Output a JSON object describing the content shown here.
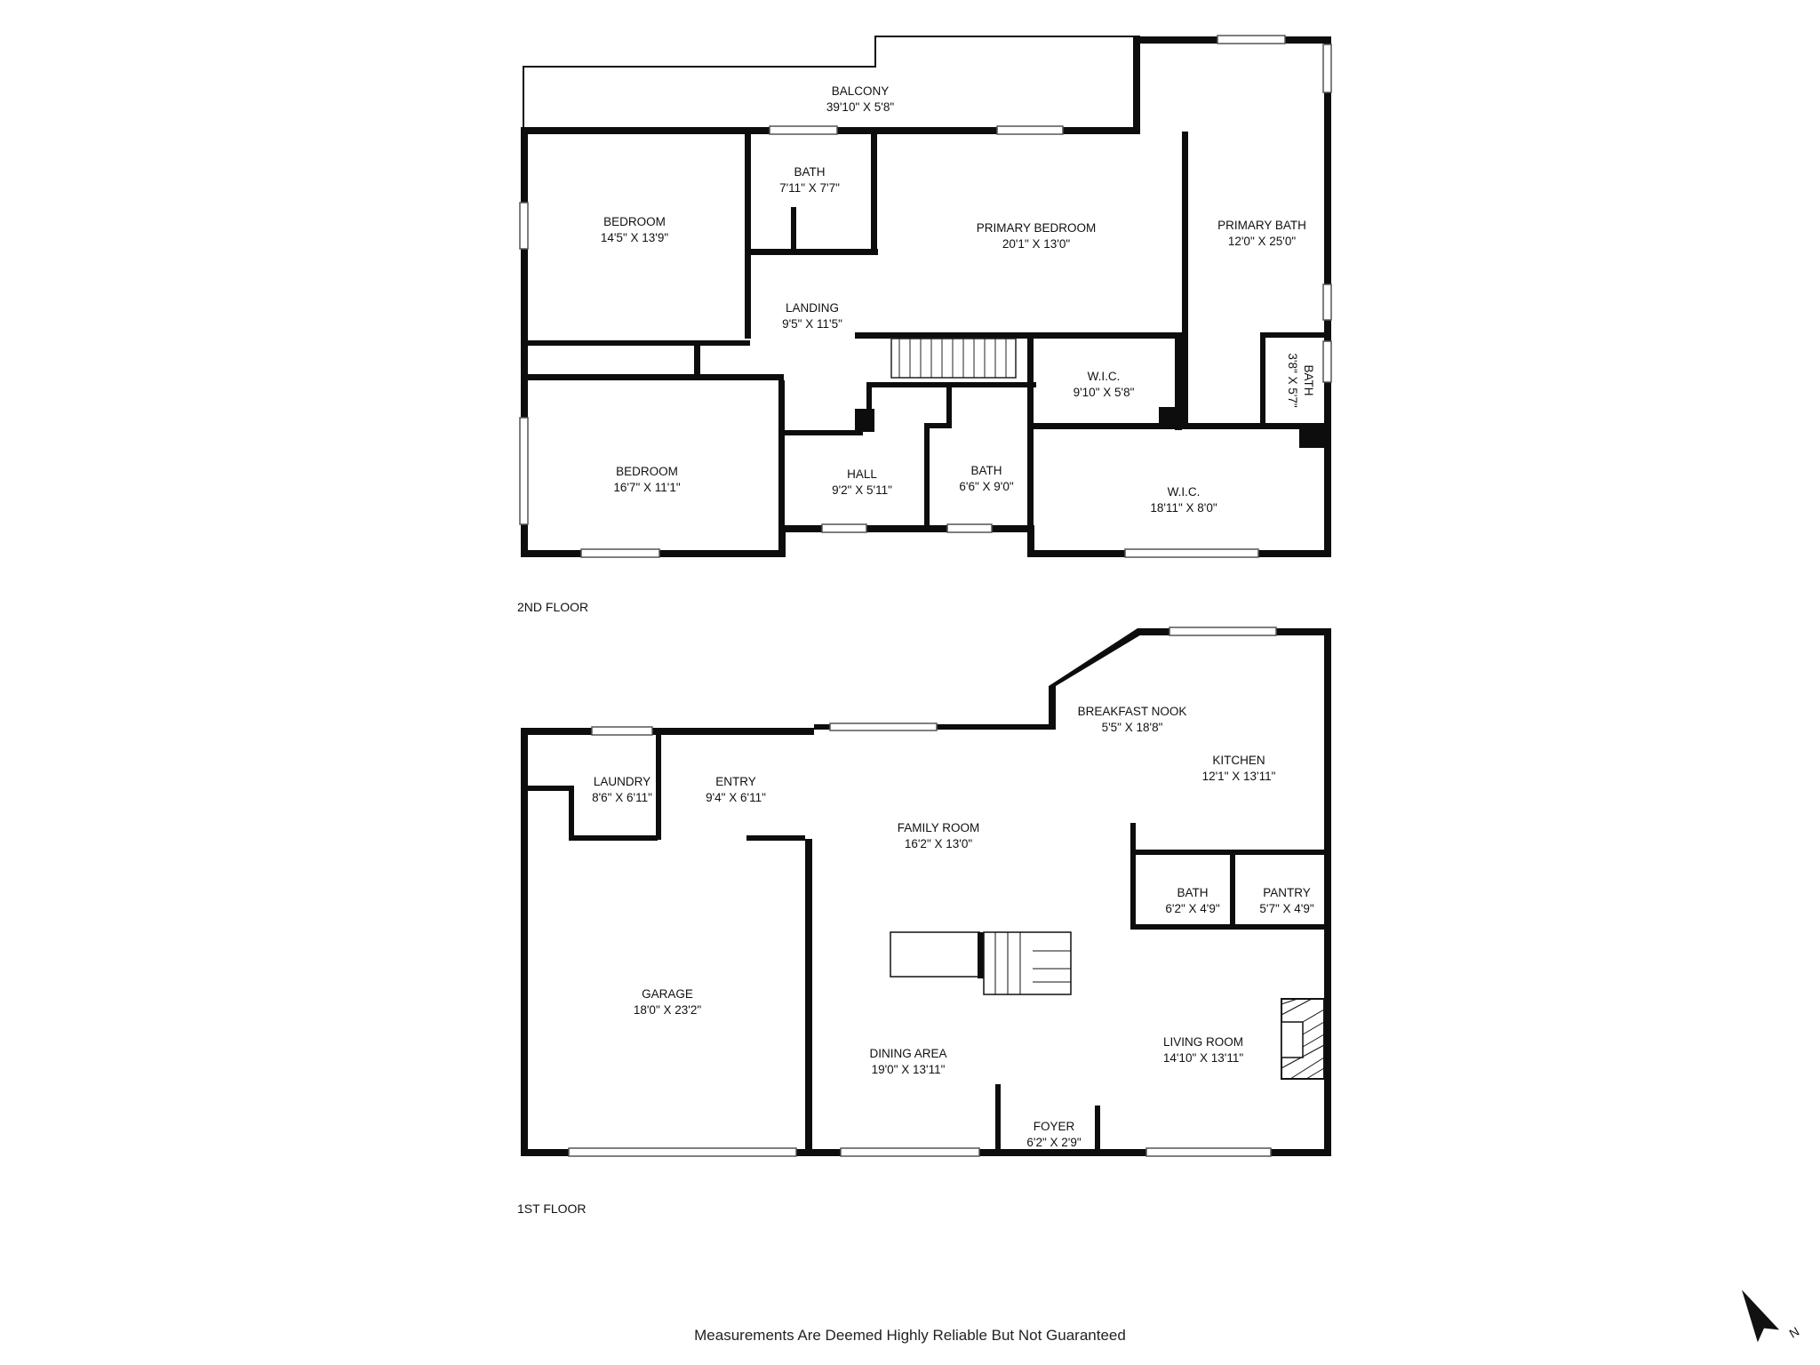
{
  "floors": {
    "second": {
      "label": "2ND FLOOR",
      "rooms": {
        "balcony": {
          "name": "BALCONY",
          "dims": "39'10\" X 5'8\""
        },
        "bedroom_ne": {
          "name": "BEDROOM",
          "dims": "14'5\" X 13'9\""
        },
        "bath_top": {
          "name": "BATH",
          "dims": "7'11\" X 7'7\""
        },
        "primary_bedroom": {
          "name": "PRIMARY BEDROOM",
          "dims": "20'1\" X 13'0\""
        },
        "primary_bath": {
          "name": "PRIMARY BATH",
          "dims": "12'0\" X 25'0\""
        },
        "landing": {
          "name": "LANDING",
          "dims": "9'5\" X 11'5\""
        },
        "wic_small": {
          "name": "W.I.C.",
          "dims": "9'10\" X 5'8\""
        },
        "bath_small": {
          "name": "BATH",
          "dims": "3'8\" X 5'7\""
        },
        "bedroom_sw": {
          "name": "BEDROOM",
          "dims": "16'7\" X 11'1\""
        },
        "hall": {
          "name": "HALL",
          "dims": "9'2\" X 5'11\""
        },
        "bath_mid": {
          "name": "BATH",
          "dims": "6'6\" X 9'0\""
        },
        "wic_large": {
          "name": "W.I.C.",
          "dims": "18'11\" X 8'0\""
        }
      }
    },
    "first": {
      "label": "1ST FLOOR",
      "rooms": {
        "breakfast_nook": {
          "name": "BREAKFAST NOOK",
          "dims": "5'5\" X 18'8\""
        },
        "kitchen": {
          "name": "KITCHEN",
          "dims": "12'1\" X 13'11\""
        },
        "laundry": {
          "name": "LAUNDRY",
          "dims": "8'6\" X 6'11\""
        },
        "entry": {
          "name": "ENTRY",
          "dims": "9'4\" X 6'11\""
        },
        "family_room": {
          "name": "FAMILY ROOM",
          "dims": "16'2\" X 13'0\""
        },
        "bath": {
          "name": "BATH",
          "dims": "6'2\" X 4'9\""
        },
        "pantry": {
          "name": "PANTRY",
          "dims": "5'7\" X 4'9\""
        },
        "garage": {
          "name": "GARAGE",
          "dims": "18'0\" X 23'2\""
        },
        "dining_area": {
          "name": "DINING AREA",
          "dims": "19'0\" X 13'11\""
        },
        "living_room": {
          "name": "LIVING ROOM",
          "dims": "14'10\" X 13'11\""
        },
        "foyer": {
          "name": "FOYER",
          "dims": "6'2\" X 2'9\""
        }
      }
    }
  },
  "compass": {
    "letter": "N"
  },
  "disclaimer": "Measurements Are Deemed Highly Reliable But Not Guaranteed"
}
